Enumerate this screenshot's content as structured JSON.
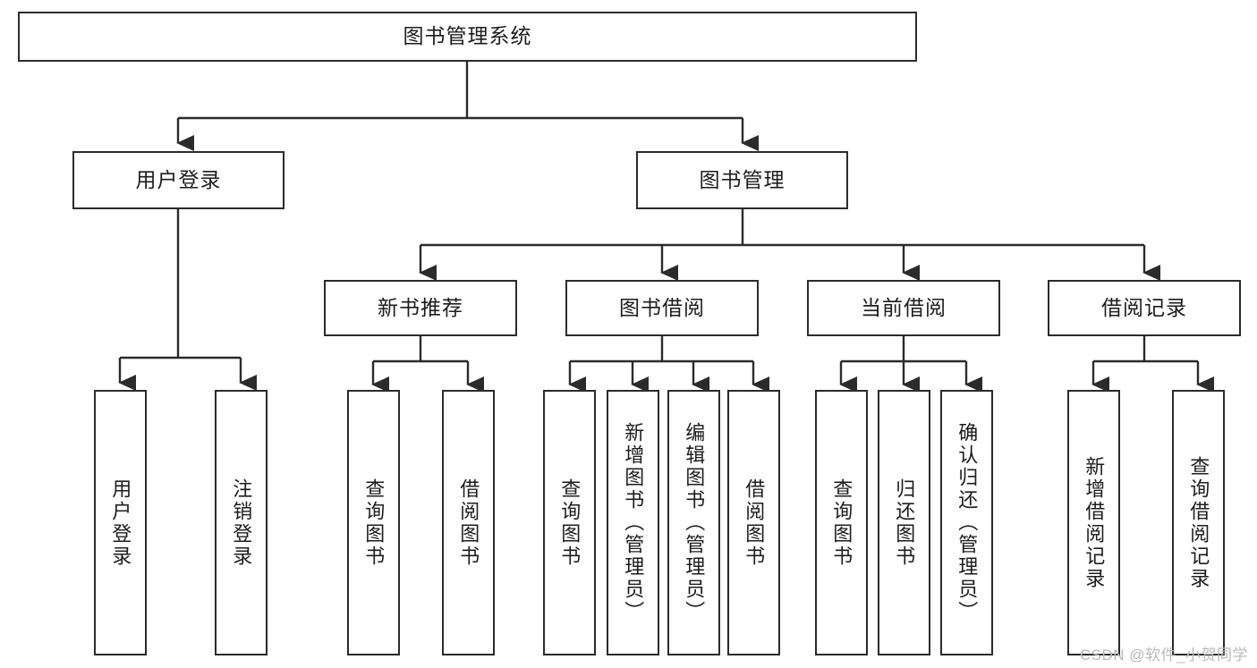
{
  "diagram": {
    "title": "图书管理系统",
    "type": "functional-structure-tree",
    "root": {
      "id": "root",
      "label": "图书管理系统"
    },
    "level2": [
      {
        "id": "user-login",
        "label": "用户登录"
      },
      {
        "id": "book-manage",
        "label": "图书管理"
      }
    ],
    "level3": [
      {
        "id": "new-book-rec",
        "label": "新书推荐"
      },
      {
        "id": "book-borrow",
        "label": "图书借阅"
      },
      {
        "id": "current-borrow",
        "label": "当前借阅"
      },
      {
        "id": "borrow-record",
        "label": "借阅记录"
      }
    ],
    "leaves": [
      {
        "id": "leaf-user-login",
        "label": "用户登录",
        "parent": "user-login"
      },
      {
        "id": "leaf-user-logout",
        "label": "注销登录",
        "parent": "user-login"
      },
      {
        "id": "leaf-query-book-1",
        "label": "查询图书",
        "parent": "new-book-rec"
      },
      {
        "id": "leaf-borrow-book-1",
        "label": "借阅图书",
        "parent": "new-book-rec"
      },
      {
        "id": "leaf-query-book-2",
        "label": "查询图书",
        "parent": "book-borrow"
      },
      {
        "id": "leaf-add-book",
        "label": "新增图书（管理员）",
        "parent": "book-borrow"
      },
      {
        "id": "leaf-edit-book",
        "label": "编辑图书（管理员）",
        "parent": "book-borrow"
      },
      {
        "id": "leaf-borrow-book-2",
        "label": "借阅图书",
        "parent": "book-borrow"
      },
      {
        "id": "leaf-query-book-3",
        "label": "查询图书",
        "parent": "current-borrow"
      },
      {
        "id": "leaf-return-book",
        "label": "归还图书",
        "parent": "current-borrow"
      },
      {
        "id": "leaf-confirm-return",
        "label": "确认归还（管理员）",
        "parent": "current-borrow"
      },
      {
        "id": "leaf-add-record",
        "label": "新增借阅记录",
        "parent": "borrow-record"
      },
      {
        "id": "leaf-query-record",
        "label": "查询借阅记录",
        "parent": "borrow-record"
      }
    ],
    "colors": {
      "stroke": "#2b2b2b",
      "fill": "#ffffff",
      "text": "#1d1d1d",
      "watermark": "#b9b9b9"
    }
  },
  "watermark": {
    "text": "CSDN @软件_小贺同学"
  }
}
